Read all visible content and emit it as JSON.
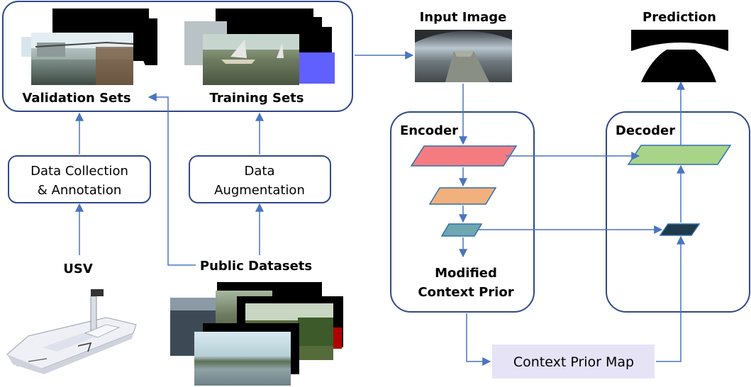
{
  "labels": {
    "validation_sets": "Validation Sets",
    "training_sets": "Training Sets",
    "data_collection_line1": "Data Collection",
    "data_collection_line2": "& Annotation",
    "data_augmentation_line1": "Data",
    "data_augmentation_line2": "Augmentation",
    "usv": "USV",
    "public_datasets": "Public Datasets",
    "input_image": "Input Image",
    "prediction": "Prediction",
    "encoder": "Encoder",
    "decoder": "Decoder",
    "modified_line1": "Modified",
    "modified_line2": "Context Prior",
    "context_prior_map": "Context Prior Map"
  },
  "colors": {
    "box_border": "#2f4a8a",
    "arrow": "#4a74c4",
    "encoder_feature_1": "#f47c80",
    "encoder_feature_2": "#f2b07c",
    "encoder_feature_3": "#6fa6b0",
    "decoder_feature_1": "#a8d48a",
    "decoder_feature_2": "#1f3a48",
    "context_prior_map_bg": "#e6e3f7",
    "mask_blue": "#6060ff"
  }
}
